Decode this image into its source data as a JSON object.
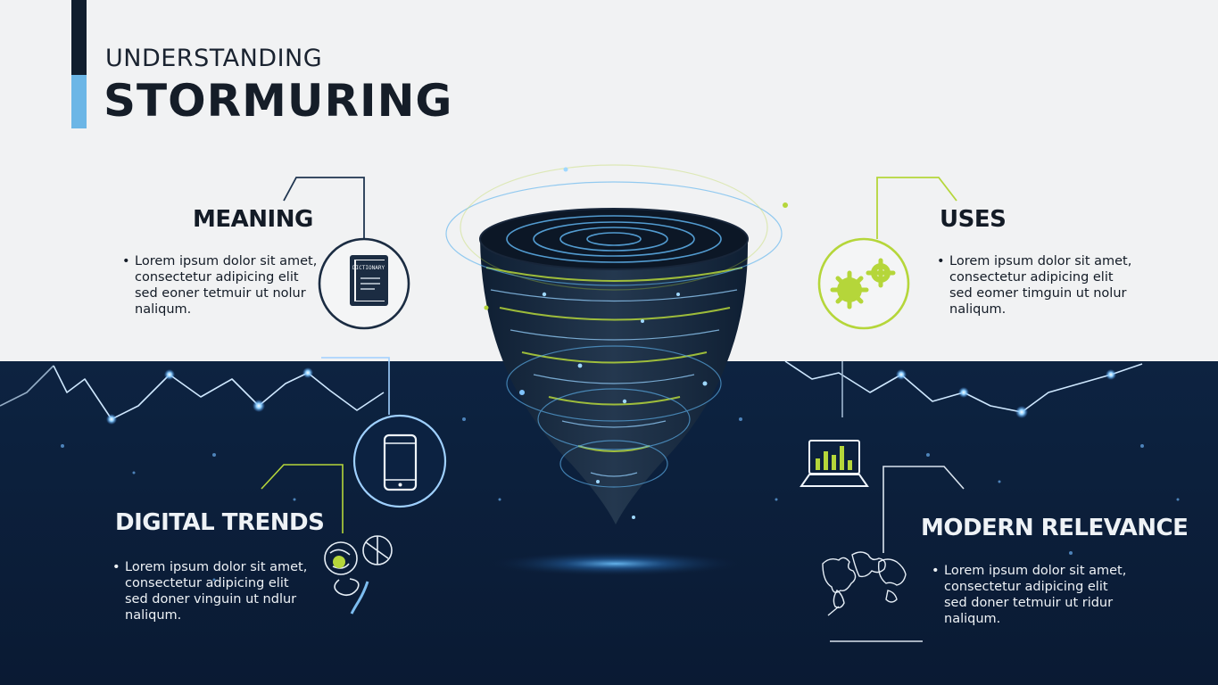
{
  "header": {
    "kicker": "UNDERSTANDING",
    "title": "STORMURING"
  },
  "sections": {
    "meaning": {
      "heading": "MEANING",
      "body": [
        "Lorem ipsum dolor sit amet,",
        "consectetur adipicing elit",
        "sed eoner tetmuir ut nolur",
        "naliqum."
      ]
    },
    "uses": {
      "heading": "USES",
      "body": [
        "Lorem ipsum dolor sit amet,",
        "consectetur adipicing elit",
        "sed eomer timguin ut nolur",
        "naliqum."
      ]
    },
    "digital_trends": {
      "heading": "DIGITAL TRENDS",
      "body": [
        "Lorem ipsum dolor sit amet,",
        "consectetur adipicing elit",
        "sed doner vinguin ut ndlur",
        "naliqum."
      ]
    },
    "modern_relevance": {
      "heading": "MODERN RELEVANCE",
      "body": [
        "Lorem ipsum dolor sit amet,",
        "consectetur adipicing elit",
        "sed doner tetmuir ut ridur",
        "naliqum."
      ]
    }
  },
  "icons": {
    "book_label": "DICTIONARY",
    "meaning": "book-icon",
    "uses": "gears-icon",
    "digital_trends": "smartphone-icon",
    "modern_relevance": "laptop-chart-icon",
    "decor_left": "globe-gears-icon",
    "decor_right": "world-map-icon"
  },
  "colors": {
    "navy": "#0d2242",
    "accent_lime": "#b5d63a",
    "accent_blue": "#5fb3ee",
    "light_bg": "#f1f2f3"
  }
}
